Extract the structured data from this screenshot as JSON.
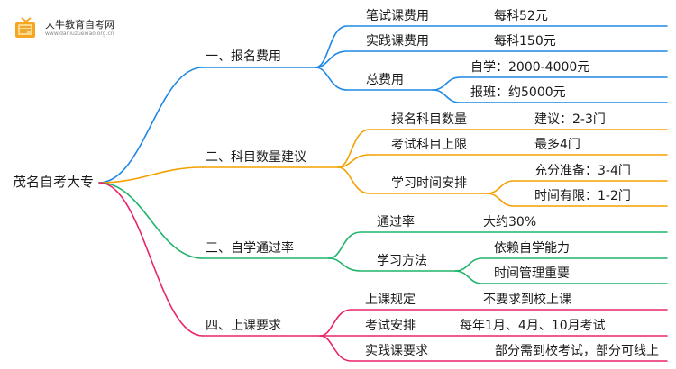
{
  "logo": {
    "title": "大牛教育自考网",
    "url": "www.daniuzuexiao.org.cn"
  },
  "colors": {
    "blue": "#1E88E5",
    "orange": "#F4A000",
    "green": "#20B46A",
    "pink": "#E8256B"
  },
  "root": "茂名自考大专",
  "b1": {
    "title": "一、报名费用",
    "c1": {
      "label": "笔试课费用",
      "value": "每科52元"
    },
    "c2": {
      "label": "实践课费用",
      "value": "每科150元"
    },
    "c3": {
      "label": "总费用",
      "v1": "自学：2000-4000元",
      "v2": "报班：约5000元"
    }
  },
  "b2": {
    "title": "二、科目数量建议",
    "c1": {
      "label": "报名科目数量",
      "value": "建议：2-3门"
    },
    "c2": {
      "label": "考试科目上限",
      "value": "最多4门"
    },
    "c3": {
      "label": "学习时间安排",
      "v1": "充分准备：3-4门",
      "v2": "时间有限：1-2门"
    }
  },
  "b3": {
    "title": "三、自学通过率",
    "c1": {
      "label": "通过率",
      "value": "大约30%"
    },
    "c2": {
      "label": "学习方法",
      "v1": "依赖自学能力",
      "v2": "时间管理重要"
    }
  },
  "b4": {
    "title": "四、上课要求",
    "c1": {
      "label": "上课规定",
      "value": "不要求到校上课"
    },
    "c2": {
      "label": "考试安排",
      "value": "每年1月、4月、10月考试"
    },
    "c3": {
      "label": "实践课要求",
      "value": "部分需到校考试，部分可线上"
    }
  }
}
